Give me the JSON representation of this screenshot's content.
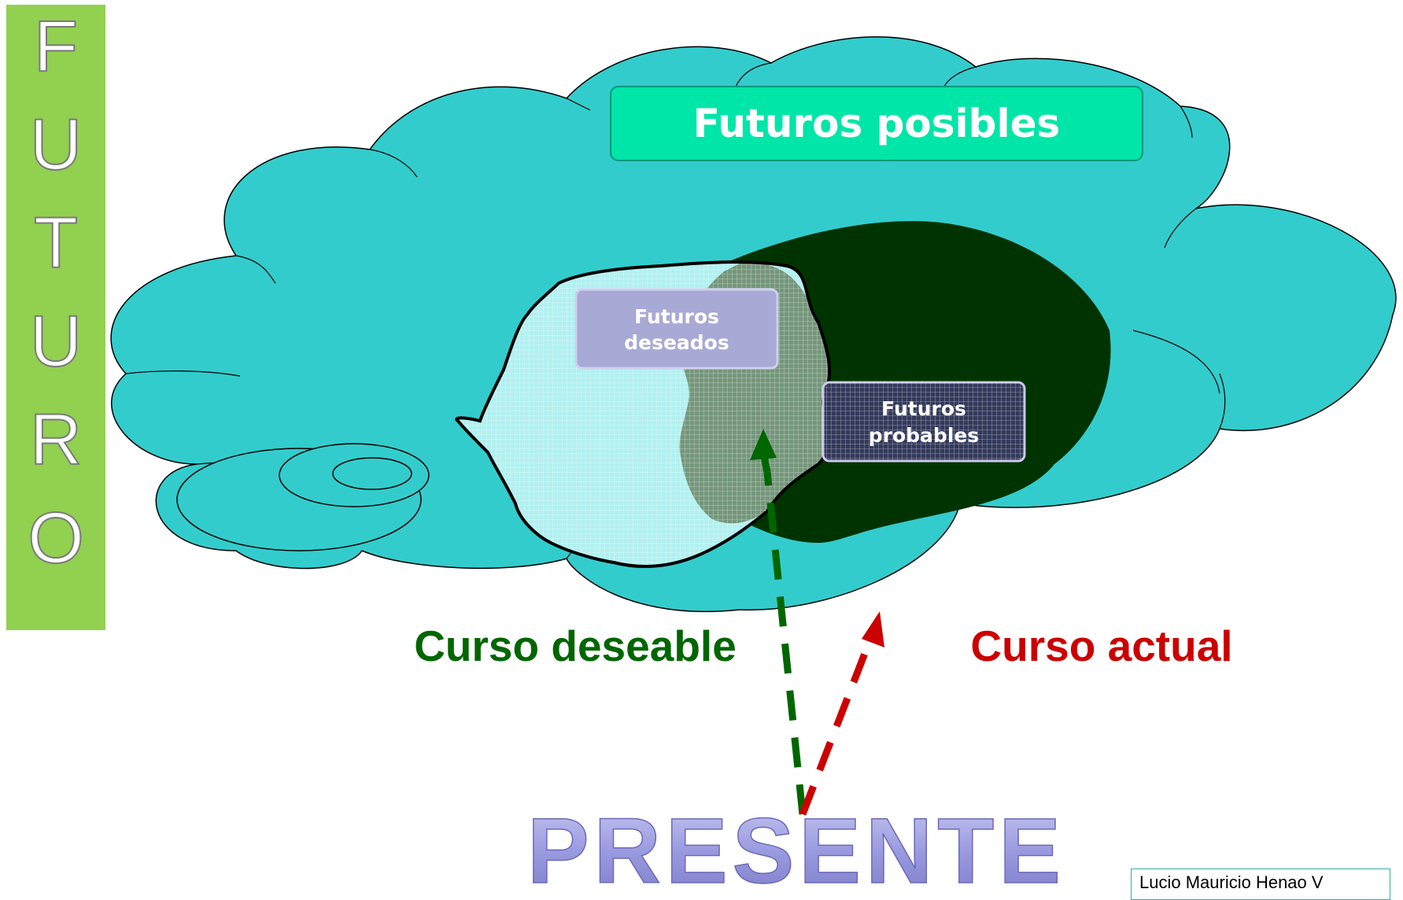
{
  "side_label": {
    "letters": [
      "F",
      "U",
      "T",
      "U",
      "R",
      "O"
    ]
  },
  "cloud_title": "Futuros posibles",
  "desired_box": {
    "line1": "Futuros",
    "line2": "deseados"
  },
  "probable_box": {
    "line1": "Futuros",
    "line2": "probables"
  },
  "desirable_course": "Curso deseable",
  "current_course": "Curso actual",
  "present_label": "PRESENTE",
  "credit": "Lucio Mauricio Henao V",
  "colors": {
    "cloud": "#33cccc",
    "side_bar": "#92d050",
    "title_box": "#00e6a8",
    "probable_area": "#003300",
    "desired_area": "#b2f0f0",
    "desirable_arrow": "#006600",
    "current_arrow": "#cc0000",
    "present_text": "#9999dd"
  }
}
